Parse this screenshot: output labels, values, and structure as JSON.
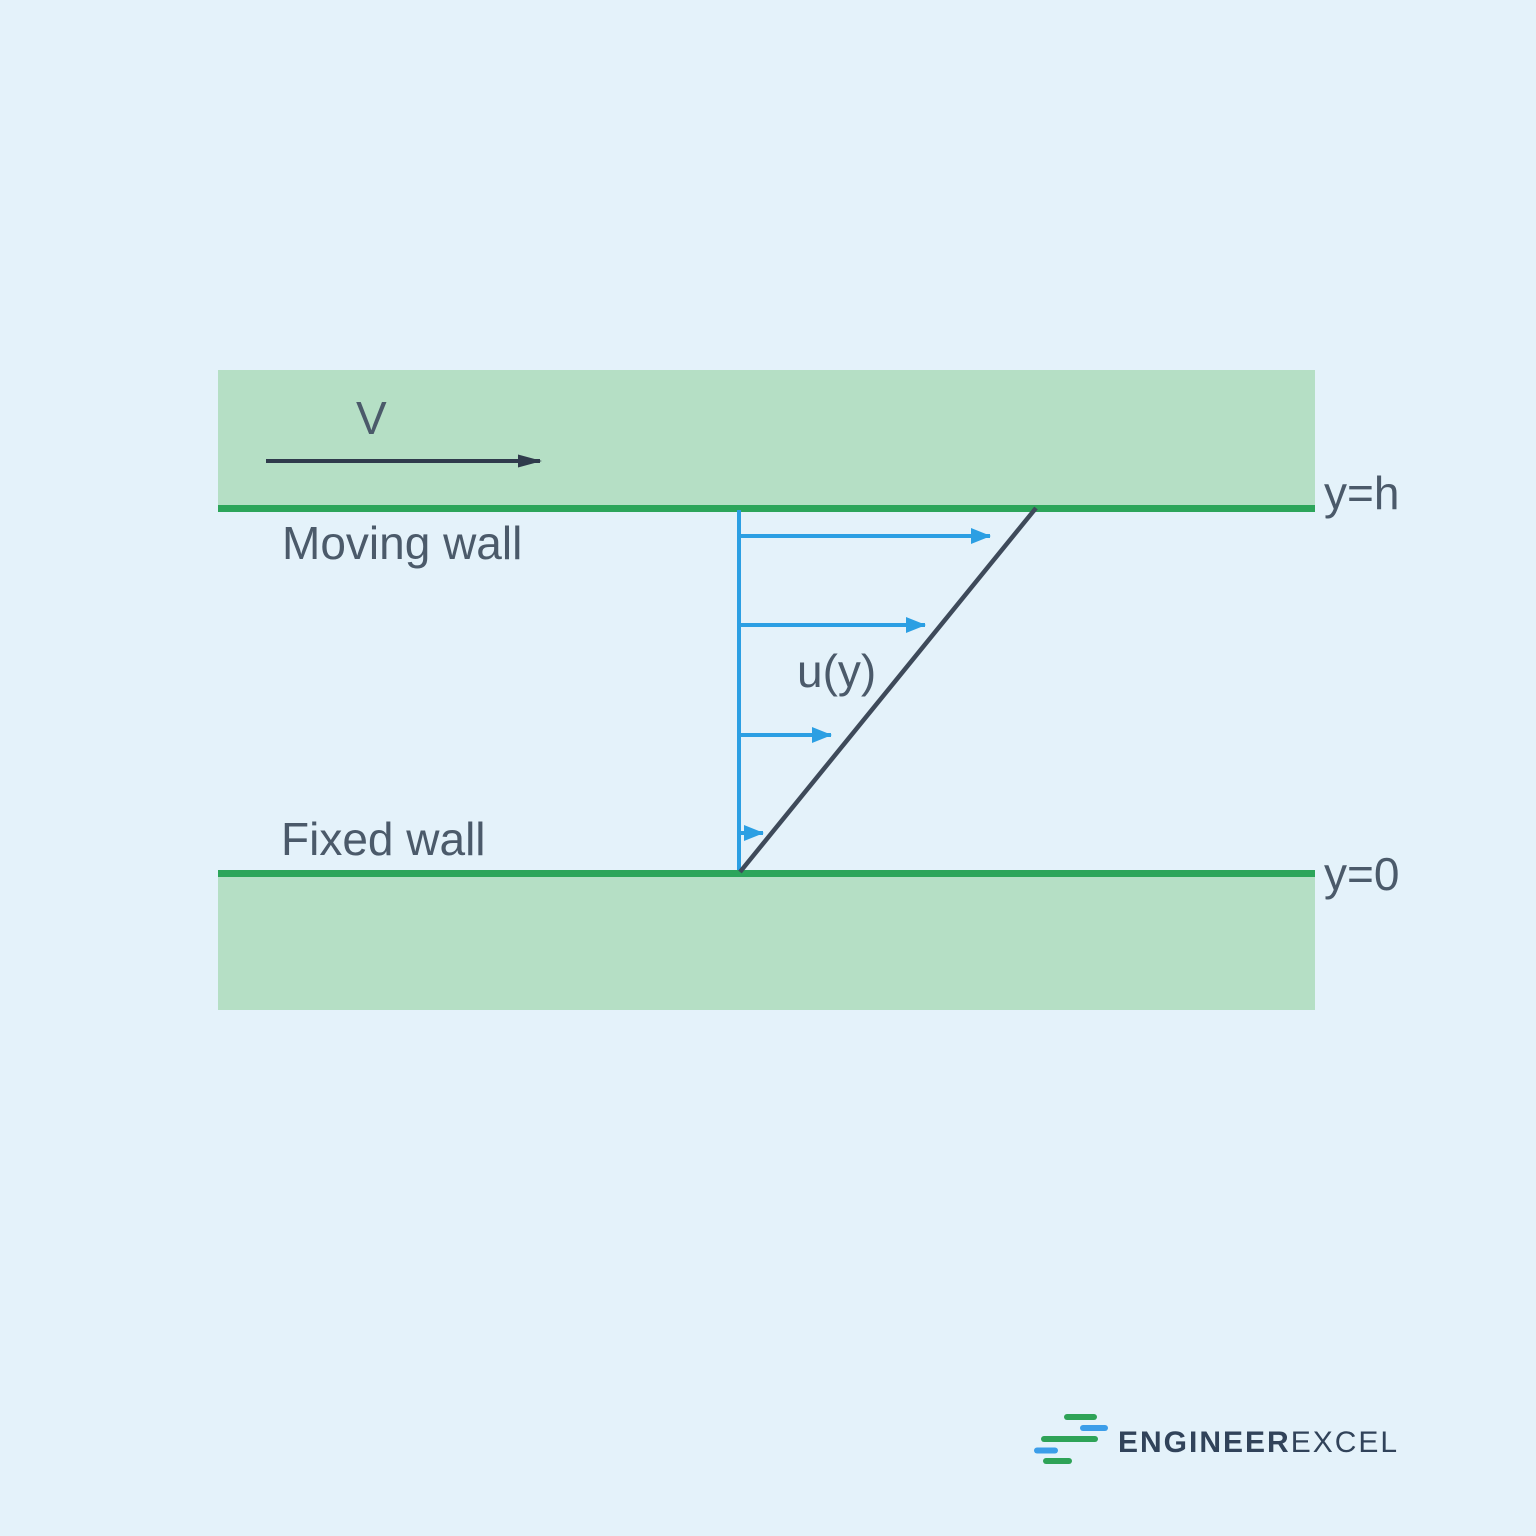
{
  "diagram": {
    "velocity_label": "V",
    "moving_wall_label": "Moving wall",
    "fixed_wall_label": "Fixed wall",
    "profile_label": "u(y)",
    "top_boundary_label": "y=h",
    "bottom_boundary_label": "y=0"
  },
  "logo": {
    "brand_bold": "ENGINEER",
    "brand_light": "EXCEL"
  },
  "colors": {
    "background": "#e4f2fa",
    "wall_fill": "#b5dfc5",
    "wall_border_green": "#2ca55a",
    "flow_arrow_blue": "#2b9fe3",
    "velocity_arrow_dark": "#2f3b4c",
    "gradient_line_dark": "#3e4a5a",
    "label_text": "#4b5a6a",
    "logo_text": "#31435a",
    "logo_green": "#2ea357",
    "logo_blue": "#3c9ee9"
  }
}
